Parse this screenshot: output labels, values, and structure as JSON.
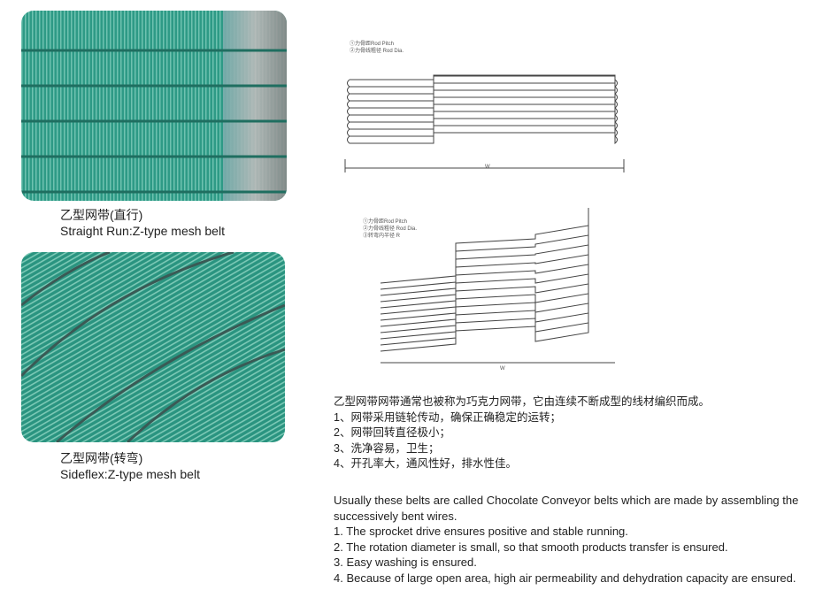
{
  "photos": [
    {
      "caption_zh": "乙型网带(直行)",
      "caption_en": "Straight Run:Z-type mesh belt"
    },
    {
      "caption_zh": "乙型网带(转弯)",
      "caption_en": "Sideflex:Z-type mesh belt"
    }
  ],
  "diagram1": {
    "labels": [
      "①力骨距Rod Pitch",
      "②力骨线粗径 Rod Dia."
    ],
    "width_label": "W"
  },
  "diagram2": {
    "labels": [
      "①力骨距Rod Pitch",
      "②力骨线粗径 Rod Dia.",
      "③转弯内半径 R"
    ],
    "width_label": "W"
  },
  "description_zh": {
    "intro": "乙型网带网带通常也被称为巧克力网带，它由连续不断成型的线材编织而成。",
    "items": [
      "1、网带采用链轮传动，确保正确稳定的运转；",
      "2、网带回转直径极小；",
      "3、洗净容易，卫生；",
      "4、开孔率大，通风性好，排水性佳。"
    ]
  },
  "description_en": {
    "intro": "Usually these belts are called Chocolate Conveyor belts which are made by assembling the successively bent wires.",
    "items": [
      "1. The sprocket drive ensures positive and stable running.",
      "2. The rotation diameter is small, so that smooth products transfer is ensured.",
      "3. Easy washing is ensured.",
      "4. Because of large open area, high air permeability and dehydration capacity are ensured."
    ]
  },
  "colors": {
    "mesh_green": "#2f9a86"
  }
}
